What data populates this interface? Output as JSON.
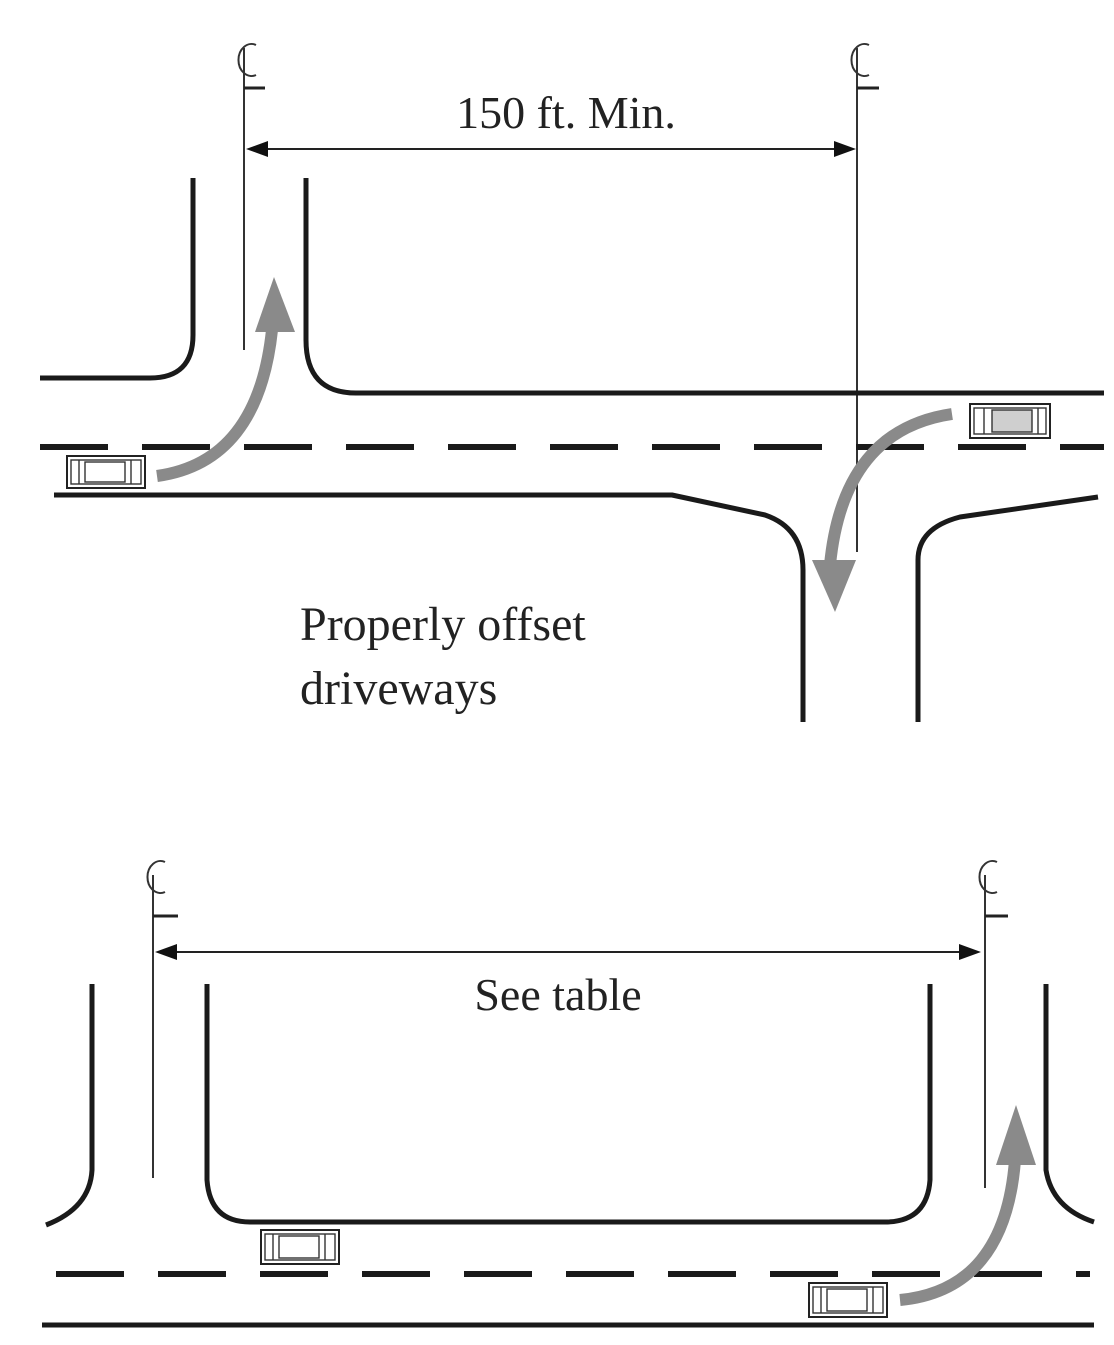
{
  "diagram": {
    "top_panel": {
      "dimension_label": "150 ft. Min.",
      "caption_line1": "Properly offset",
      "caption_line2": "driveways",
      "centerline_symbol": "CL"
    },
    "bottom_panel": {
      "dimension_label": "See table",
      "centerline_symbol": "CL"
    },
    "colors": {
      "line": "#1a1a1a",
      "turn_arrow": "#8a8a8a",
      "background": "#ffffff"
    }
  }
}
